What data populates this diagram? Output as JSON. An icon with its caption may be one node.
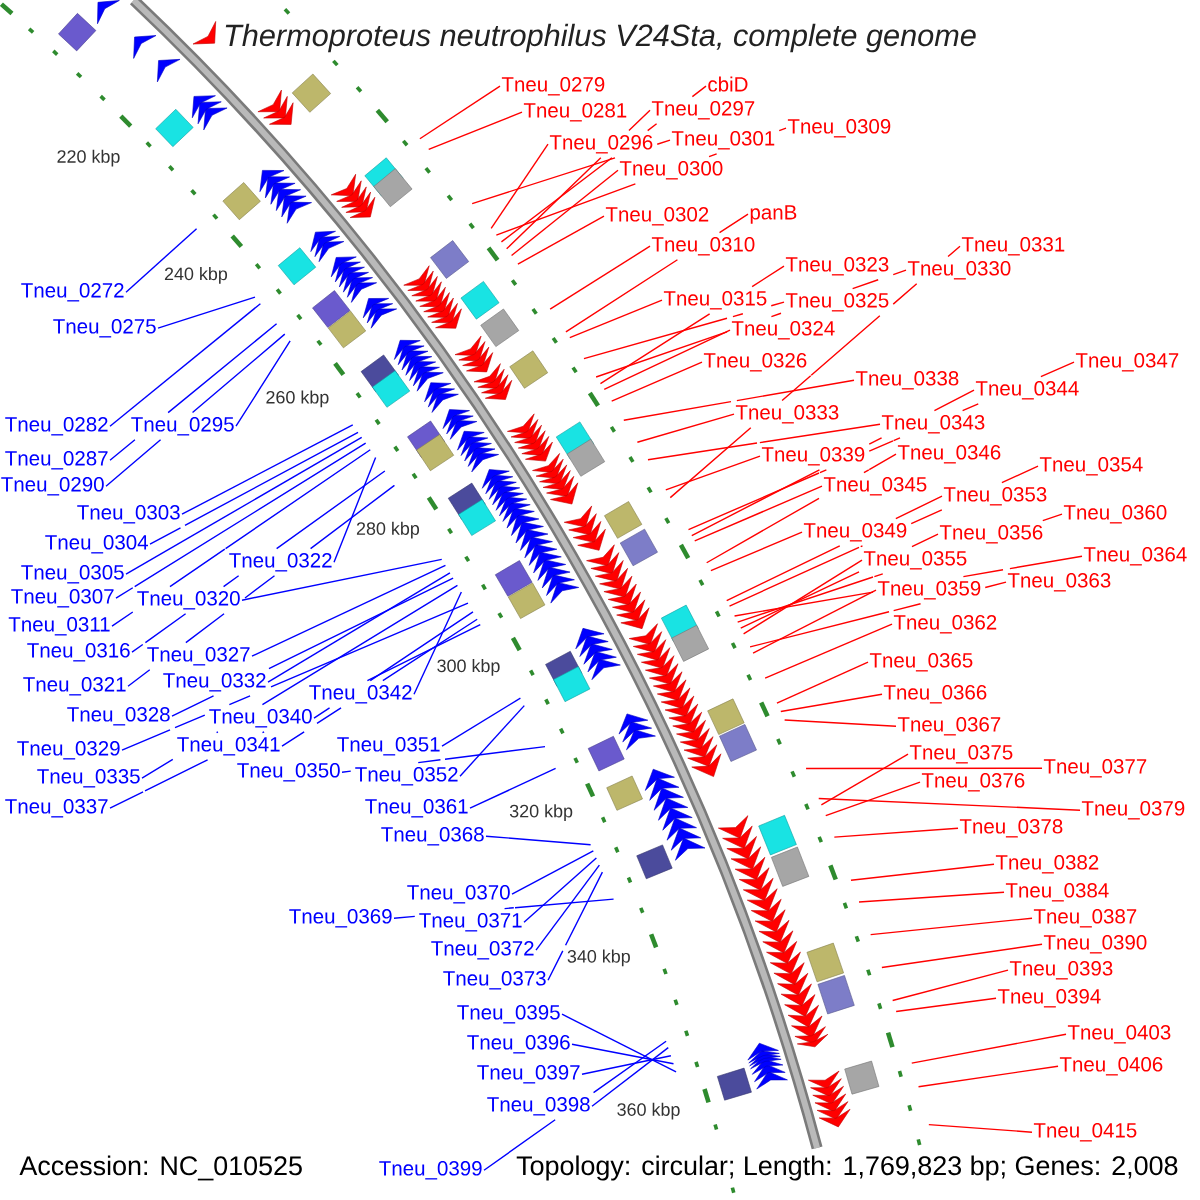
{
  "diagram": {
    "title": "Thermoproteus neutrophilus V24Sta, complete genome",
    "nodes": [
      {
        "text": [
          "Tneu_0279"
        ]
      },
      {
        "text": [
          "cbiD"
        ]
      },
      {
        "text": [
          "Tneu_0281"
        ]
      },
      {
        "text": [
          "Tneu_0297"
        ]
      },
      {
        "text": [
          "Tneu_0309"
        ]
      },
      {
        "text": [
          "Tneu_0296"
        ]
      },
      {
        "text": [
          "Tneu_0301"
        ]
      },
      {
        "text": [
          "Tneu_0300"
        ]
      },
      {
        "text": [
          "Tneu_0302"
        ]
      },
      {
        "text": [
          "panB"
        ]
      },
      {
        "text": [
          "Tneu_0310"
        ]
      },
      {
        "text": [
          "Tneu_0331"
        ]
      },
      {
        "text": [
          "Tneu_0323"
        ]
      },
      {
        "text": [
          "Tneu_0330"
        ]
      },
      {
        "text": [
          "Tneu_0272"
        ]
      },
      {
        "text": [
          "Tneu_0315"
        ]
      },
      {
        "text": [
          "Tneu_0325"
        ]
      },
      {
        "text": [
          "Tneu_0275"
        ]
      },
      {
        "text": [
          "Tneu_0324"
        ]
      },
      {
        "text": [
          "Tneu_0326"
        ]
      },
      {
        "text": [
          "Tneu_0347"
        ]
      },
      {
        "text": [
          "Tneu_0338"
        ]
      },
      {
        "text": [
          "Tneu_0344"
        ]
      },
      {
        "text": [
          "Tneu_0333"
        ]
      },
      {
        "text": [
          "Tneu_0343"
        ]
      },
      {
        "text": [
          "Tneu_0282"
        ]
      },
      {
        "text": [
          "Tneu_0295"
        ]
      },
      {
        "text": [
          "Tneu_0339"
        ]
      },
      {
        "text": [
          "Tneu_0346"
        ]
      },
      {
        "text": [
          "Tneu_0287"
        ]
      },
      {
        "text": [
          "Tneu_0354"
        ]
      },
      {
        "text": [
          "Tneu_0290"
        ]
      },
      {
        "text": [
          "Tneu_0345"
        ]
      },
      {
        "text": [
          "Tneu_0353"
        ]
      },
      {
        "text": [
          "Tneu_0303"
        ]
      },
      {
        "text": [
          "Tneu_0360"
        ]
      },
      {
        "text": [
          "Tneu_0349"
        ]
      },
      {
        "text": [
          "Tneu_0356"
        ]
      },
      {
        "text": [
          "Tneu_0304"
        ]
      },
      {
        "text": [
          "Tneu_0364"
        ]
      },
      {
        "text": [
          "Tneu_0355"
        ]
      },
      {
        "text": [
          "Tneu_0322"
        ]
      },
      {
        "text": [
          "Tneu_0305"
        ]
      },
      {
        "text": [
          "Tneu_0363"
        ]
      },
      {
        "text": [
          "Tneu_0359"
        ]
      },
      {
        "text": [
          "Tneu_0307"
        ]
      },
      {
        "text": [
          "Tneu_0320"
        ]
      },
      {
        "text": [
          "Tneu_0362"
        ]
      },
      {
        "text": [
          "Tneu_0311"
        ]
      },
      {
        "text": [
          "Tneu_0316"
        ]
      },
      {
        "text": [
          "Tneu_0327"
        ]
      },
      {
        "text": [
          "Tneu_0365"
        ]
      },
      {
        "text": [
          "Tneu_0332"
        ]
      },
      {
        "text": [
          "Tneu_0321"
        ]
      },
      {
        "text": [
          "Tneu_0342"
        ]
      },
      {
        "text": [
          "Tneu_0366"
        ]
      },
      {
        "text": [
          "Tneu_0328"
        ]
      },
      {
        "text": [
          "Tneu_0340"
        ]
      },
      {
        "text": [
          "Tneu_0367"
        ]
      },
      {
        "text": [
          "Tneu_0341"
        ]
      },
      {
        "text": [
          "Tneu_0351"
        ]
      },
      {
        "text": [
          "Tneu_0329"
        ]
      },
      {
        "text": [
          "Tneu_0375"
        ]
      },
      {
        "text": [
          "Tneu_0377"
        ]
      },
      {
        "text": [
          "Tneu_0350"
        ]
      },
      {
        "text": [
          "Tneu_0352"
        ]
      },
      {
        "text": [
          "Tneu_0335"
        ]
      },
      {
        "text": [
          "Tneu_0376"
        ]
      },
      {
        "text": [
          "Tneu_0337"
        ]
      },
      {
        "text": [
          "Tneu_0361"
        ]
      },
      {
        "text": [
          "Tneu_0379"
        ]
      },
      {
        "text": [
          "Tneu_0378"
        ]
      },
      {
        "text": [
          "Tneu_0368"
        ]
      },
      {
        "text": [
          "Tneu_0382"
        ]
      },
      {
        "text": [
          "Tneu_0384"
        ]
      },
      {
        "text": [
          "Tneu_0370"
        ]
      },
      {
        "text": [
          "Tneu_0387"
        ]
      },
      {
        "text": [
          "Tneu_0369"
        ]
      },
      {
        "text": [
          "Tneu_0371"
        ]
      },
      {
        "text": [
          "Tneu_0390"
        ]
      },
      {
        "text": [
          "Tneu_0372"
        ]
      },
      {
        "text": [
          "Tneu_0393"
        ]
      },
      {
        "text": [
          "Tneu_0373"
        ]
      },
      {
        "text": [
          "Tneu_0394"
        ]
      },
      {
        "text": [
          "Tneu_0395"
        ]
      },
      {
        "text": [
          "Tneu_0403"
        ]
      },
      {
        "text": [
          "Tneu_0396"
        ]
      },
      {
        "text": [
          "Tneu_0406"
        ]
      },
      {
        "text": [
          "Tneu_0397"
        ]
      },
      {
        "text": [
          "Tneu_0398"
        ]
      },
      {
        "text": [
          "Tneu_0415"
        ]
      },
      {
        "text": [
          "Tneu_0399"
        ]
      }
    ],
    "edges": [
      {
        "from": 0,
        "to": null,
        "arrow": "none"
      },
      {
        "from": 1,
        "to": null,
        "arrow": "none"
      },
      {
        "from": 2,
        "to": null,
        "arrow": "none"
      },
      {
        "from": 3,
        "to": null,
        "arrow": "none"
      },
      {
        "from": 4,
        "to": null,
        "arrow": "none"
      },
      {
        "from": 5,
        "to": null,
        "arrow": "none"
      },
      {
        "from": 6,
        "to": null,
        "arrow": "none"
      },
      {
        "from": 7,
        "to": null,
        "arrow": "none"
      },
      {
        "from": 8,
        "to": null,
        "arrow": "none"
      },
      {
        "from": 9,
        "to": null,
        "arrow": "none"
      },
      {
        "from": 10,
        "to": null,
        "arrow": "none"
      },
      {
        "from": 11,
        "to": null,
        "arrow": "none"
      },
      {
        "from": 12,
        "to": null,
        "arrow": "none"
      },
      {
        "from": 13,
        "to": null,
        "arrow": "none"
      },
      {
        "from": 14,
        "to": null,
        "arrow": "none",
        "color": "#0000ff"
      },
      {
        "from": 15,
        "to": null,
        "arrow": "none"
      },
      {
        "from": 16,
        "to": null,
        "arrow": "none"
      },
      {
        "from": 17,
        "to": null,
        "arrow": "none",
        "color": "#0000ff"
      },
      {
        "from": 18,
        "to": null,
        "arrow": "none"
      },
      {
        "from": 19,
        "to": null,
        "arrow": "none"
      },
      {
        "from": 20,
        "to": null,
        "arrow": "none"
      },
      {
        "from": 21,
        "to": null,
        "arrow": "none"
      },
      {
        "from": 22,
        "to": null,
        "arrow": "none"
      },
      {
        "from": 23,
        "to": null,
        "arrow": "none"
      },
      {
        "from": 24,
        "to": null,
        "arrow": "none"
      },
      {
        "from": 25,
        "to": null,
        "arrow": "none",
        "color": "#0000ff"
      },
      {
        "from": 26,
        "to": null,
        "arrow": "none",
        "color": "#0000ff"
      },
      {
        "from": 27,
        "to": null,
        "arrow": "none"
      },
      {
        "from": 28,
        "to": null,
        "arrow": "none"
      },
      {
        "from": 29,
        "to": null,
        "arrow": "none",
        "color": "#0000ff"
      },
      {
        "from": 30,
        "to": null,
        "arrow": "none"
      },
      {
        "from": 31,
        "to": null,
        "arrow": "none",
        "color": "#0000ff"
      },
      {
        "from": 32,
        "to": null,
        "arrow": "none"
      },
      {
        "from": 33,
        "to": null,
        "arrow": "none"
      },
      {
        "from": 34,
        "to": null,
        "arrow": "none",
        "color": "#0000ff"
      },
      {
        "from": 35,
        "to": null,
        "arrow": "none"
      },
      {
        "from": 36,
        "to": null,
        "arrow": "none"
      },
      {
        "from": 37,
        "to": null,
        "arrow": "none"
      },
      {
        "from": 38,
        "to": null,
        "arrow": "none",
        "color": "#0000ff"
      },
      {
        "from": 39,
        "to": null,
        "arrow": "none"
      },
      {
        "from": 40,
        "to": null,
        "arrow": "none"
      },
      {
        "from": 41,
        "to": null,
        "arrow": "none",
        "color": "#0000ff"
      },
      {
        "from": 42,
        "to": null,
        "arrow": "none",
        "color": "#0000ff"
      },
      {
        "from": 43,
        "to": null,
        "arrow": "none"
      },
      {
        "from": 44,
        "to": null,
        "arrow": "none"
      },
      {
        "from": 45,
        "to": null,
        "arrow": "none",
        "color": "#0000ff"
      },
      {
        "from": 46,
        "to": null,
        "arrow": "none",
        "color": "#0000ff"
      },
      {
        "from": 47,
        "to": null,
        "arrow": "none"
      },
      {
        "from": 48,
        "to": null,
        "arrow": "none",
        "color": "#0000ff"
      },
      {
        "from": 49,
        "to": null,
        "arrow": "none",
        "color": "#0000ff"
      },
      {
        "from": 50,
        "to": null,
        "arrow": "none",
        "color": "#0000ff"
      },
      {
        "from": 51,
        "to": null,
        "arrow": "none"
      },
      {
        "from": 52,
        "to": null,
        "arrow": "none",
        "color": "#0000ff"
      },
      {
        "from": 53,
        "to": null,
        "arrow": "none",
        "color": "#0000ff"
      },
      {
        "from": 54,
        "to": null,
        "arrow": "none",
        "color": "#0000ff"
      },
      {
        "from": 55,
        "to": null,
        "arrow": "none"
      },
      {
        "from": 56,
        "to": null,
        "arrow": "none",
        "color": "#0000ff"
      },
      {
        "from": 57,
        "to": null,
        "arrow": "none",
        "color": "#0000ff"
      },
      {
        "from": 58,
        "to": null,
        "arrow": "none"
      },
      {
        "from": 59,
        "to": null,
        "arrow": "none",
        "color": "#0000ff"
      },
      {
        "from": 60,
        "to": null,
        "arrow": "none",
        "color": "#0000ff"
      },
      {
        "from": 61,
        "to": null,
        "arrow": "none",
        "color": "#0000ff"
      },
      {
        "from": 62,
        "to": null,
        "arrow": "none"
      },
      {
        "from": 63,
        "to": null,
        "arrow": "none"
      },
      {
        "from": 64,
        "to": null,
        "arrow": "none",
        "color": "#0000ff"
      },
      {
        "from": 65,
        "to": null,
        "arrow": "none",
        "color": "#0000ff"
      },
      {
        "from": 66,
        "to": null,
        "arrow": "none",
        "color": "#0000ff"
      },
      {
        "from": 67,
        "to": null,
        "arrow": "none"
      },
      {
        "from": 68,
        "to": null,
        "arrow": "none",
        "color": "#0000ff"
      },
      {
        "from": 69,
        "to": null,
        "arrow": "none",
        "color": "#0000ff"
      },
      {
        "from": 70,
        "to": null,
        "arrow": "none"
      },
      {
        "from": 71,
        "to": null,
        "arrow": "none"
      },
      {
        "from": 72,
        "to": null,
        "arrow": "none",
        "color": "#0000ff"
      },
      {
        "from": 73,
        "to": null,
        "arrow": "none"
      },
      {
        "from": 74,
        "to": null,
        "arrow": "none"
      },
      {
        "from": 75,
        "to": null,
        "arrow": "none",
        "color": "#0000ff"
      },
      {
        "from": 76,
        "to": null,
        "arrow": "none"
      },
      {
        "from": 77,
        "to": null,
        "arrow": "none",
        "color": "#0000ff"
      },
      {
        "from": 78,
        "to": null,
        "arrow": "none",
        "color": "#0000ff"
      },
      {
        "from": 79,
        "to": null,
        "arrow": "none"
      },
      {
        "from": 80,
        "to": null,
        "arrow": "none",
        "color": "#0000ff"
      },
      {
        "from": 81,
        "to": null,
        "arrow": "none"
      },
      {
        "from": 82,
        "to": null,
        "arrow": "none",
        "color": "#0000ff"
      },
      {
        "from": 83,
        "to": null,
        "arrow": "none"
      },
      {
        "from": 84,
        "to": null,
        "arrow": "none",
        "color": "#0000ff"
      },
      {
        "from": 85,
        "to": null,
        "arrow": "none"
      },
      {
        "from": 86,
        "to": null,
        "arrow": "none",
        "color": "#0000ff"
      },
      {
        "from": 87,
        "to": null,
        "arrow": "none"
      },
      {
        "from": 88,
        "to": null,
        "arrow": "none",
        "color": "#0000ff"
      },
      {
        "from": 89,
        "to": null,
        "arrow": "none",
        "color": "#0000ff"
      },
      {
        "from": 90,
        "to": null,
        "arrow": "none"
      },
      {
        "from": 91,
        "to": null,
        "arrow": "none",
        "color": "#0000ff"
      }
    ],
    "labels": [
      "220 kbp",
      "240 kbp",
      "260 kbp",
      "280 kbp",
      "300 kbp",
      "320 kbp",
      "340 kbp",
      "360 kbp",
      "Accession: NC_010525",
      "Topology: circular; Length: 1,769,823 bp; Genes: 2,008"
    ]
  }
}
